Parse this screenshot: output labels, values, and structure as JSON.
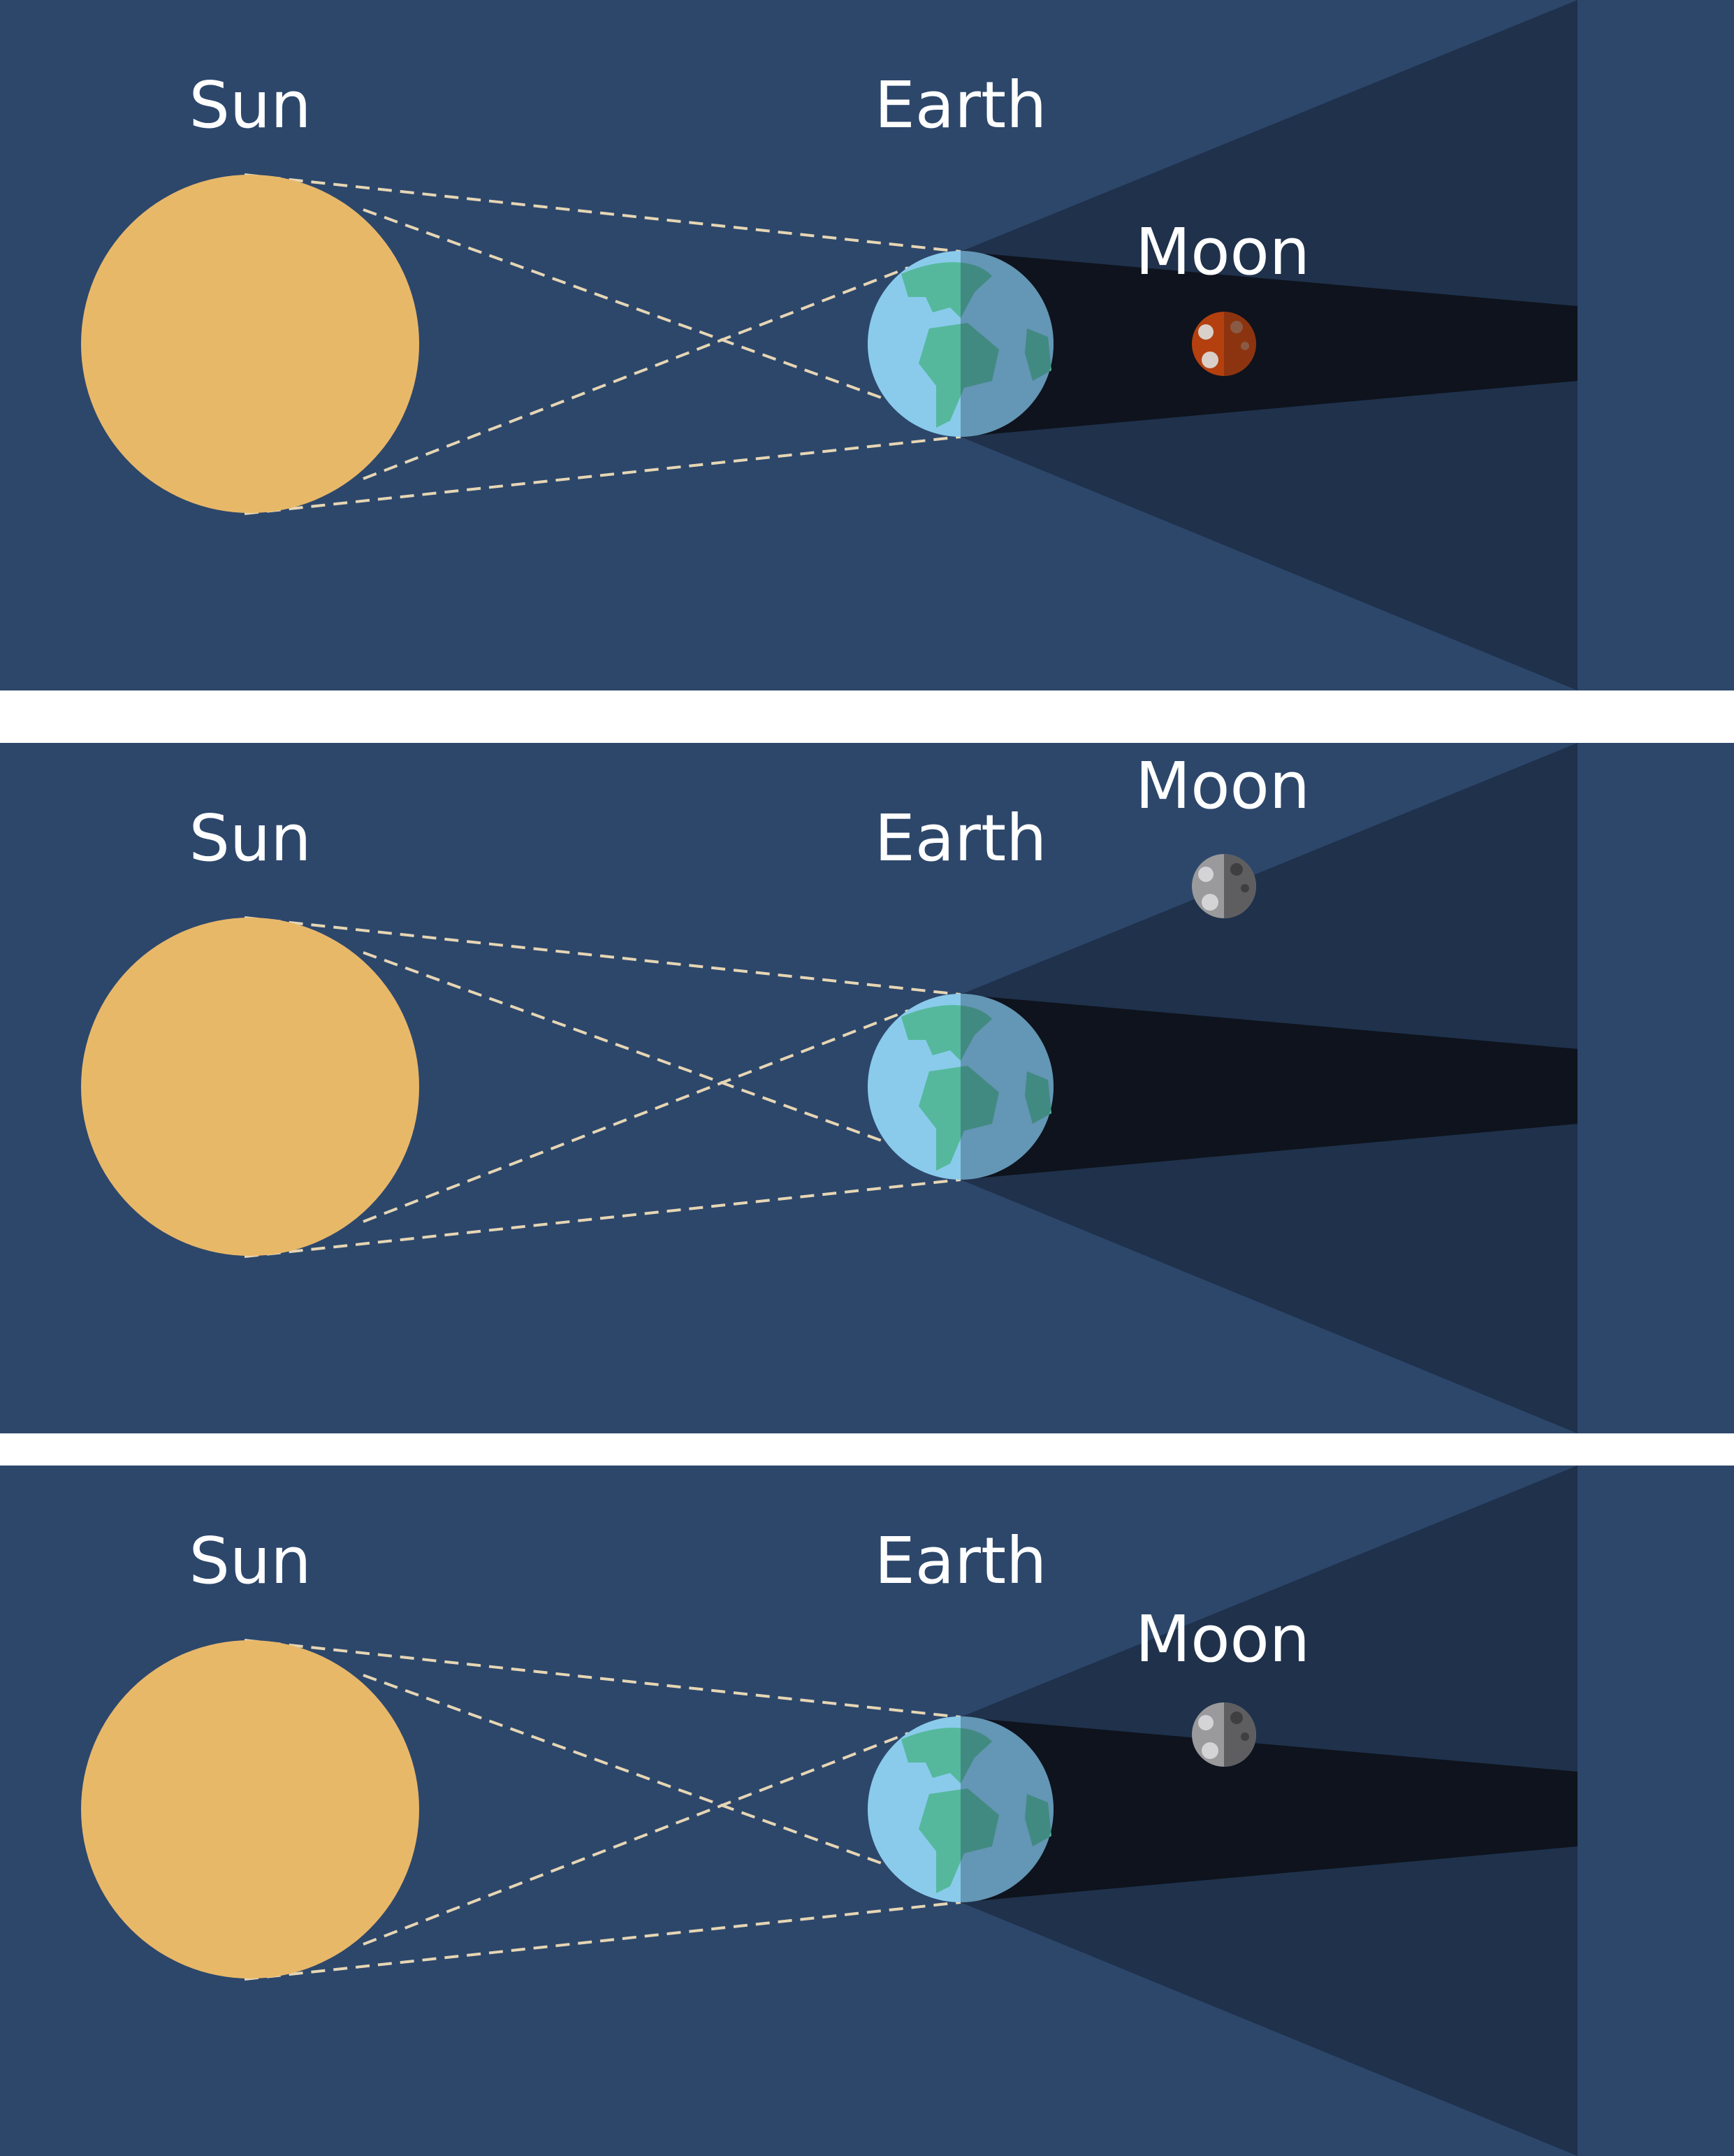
{
  "colors": {
    "space": "#2d476b",
    "penumbra": "#1f314b",
    "umbra": "#0e131d",
    "sun": "#e8b869",
    "ocean": "#8acbec",
    "land": "#55b89c",
    "earth_night_overlay": "#1e3550",
    "ray": "#e6d6b4",
    "moon_red": "#b4400f",
    "moon_gray": "#9a9a9c"
  },
  "panels": [
    {
      "labels": {
        "sun": "Sun",
        "earth": "Earth",
        "moon": "Moon"
      },
      "moon_state": "red",
      "moon_zone": "umbra",
      "icons": {
        "sun": "sun-icon",
        "earth": "earth-icon",
        "moon": "moon-icon"
      }
    },
    {
      "labels": {
        "sun": "Sun",
        "earth": "Earth",
        "moon": "Moon"
      },
      "moon_state": "gray",
      "moon_zone": "penumbra-edge",
      "icons": {
        "sun": "sun-icon",
        "earth": "earth-icon",
        "moon": "moon-icon"
      }
    },
    {
      "labels": {
        "sun": "Sun",
        "earth": "Earth",
        "moon": "Moon"
      },
      "moon_state": "gray",
      "moon_zone": "umbra-edge",
      "icons": {
        "sun": "sun-icon",
        "earth": "earth-icon",
        "moon": "moon-icon"
      }
    }
  ]
}
